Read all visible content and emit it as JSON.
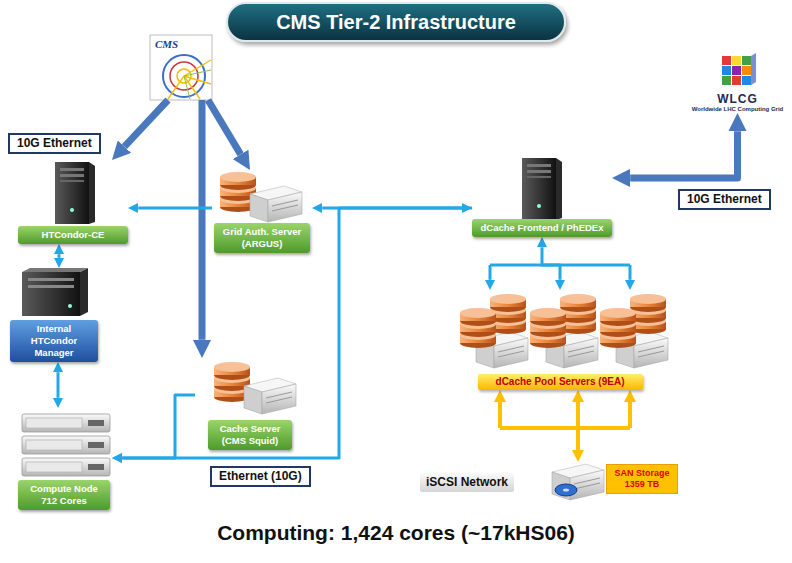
{
  "diagram": {
    "title": "CMS Tier-2 Infrastructure",
    "caption": "Computing: 1,424 cores (~17kHS06)",
    "nodes": [
      {
        "text": [
          "CMS"
        ]
      },
      {
        "text": [
          "WLCG",
          "Worldwide LHC Computing Grid"
        ]
      },
      {
        "text": [
          "10G Ethernet"
        ]
      },
      {
        "text": [
          "HTCondor-CE"
        ]
      },
      {
        "text": [
          "Grid Auth. Server (ARGUS)"
        ]
      },
      {
        "text": [
          "dCache Frontend / PhEDEx"
        ]
      },
      {
        "text": [
          "10G Ethernet"
        ]
      },
      {
        "text": [
          "Internal HTCondor Manager"
        ]
      },
      {
        "text": [
          "dCache Pool Servers (9EA)"
        ]
      },
      {
        "text": [
          "Cache Server (CMS Squid)"
        ]
      },
      {
        "text": [
          "Compute Node 712 Cores"
        ]
      },
      {
        "text": [
          "Ethernet (10G)"
        ]
      },
      {
        "text": [
          "SAN Storage 1359 TB"
        ]
      }
    ],
    "edges": [
      {
        "from": 0,
        "to": 3,
        "arrow": "to"
      },
      {
        "from": 0,
        "to": 4,
        "arrow": "to"
      },
      {
        "from": 0,
        "to": 9,
        "arrow": "to"
      },
      {
        "from": 3,
        "to": 7,
        "arrow": "both"
      },
      {
        "from": 7,
        "to": 10,
        "arrow": "both"
      },
      {
        "from": 4,
        "to": 3,
        "arrow": "to"
      },
      {
        "from": 4,
        "to": 5,
        "arrow": "both"
      },
      {
        "from": 9,
        "to": 10,
        "arrow": "to"
      },
      {
        "from": 5,
        "to": 10,
        "arrow": "to"
      },
      {
        "from": 1,
        "to": 5,
        "arrow": "both"
      },
      {
        "from": 5,
        "to": 8,
        "arrow": "both"
      },
      {
        "from": 8,
        "to": 12,
        "arrow": "both"
      }
    ],
    "labels": [
      "iSCSI Network"
    ]
  }
}
